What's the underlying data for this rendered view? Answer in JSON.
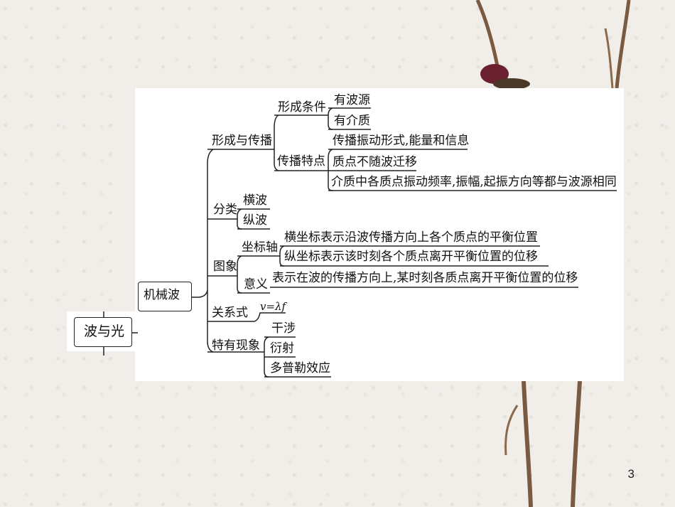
{
  "root": "波与光",
  "main_topic": "机械波",
  "branches": {
    "formation": {
      "label": "形成与传播",
      "conditions": {
        "label": "形成条件",
        "items": [
          "有波源",
          "有介质"
        ]
      },
      "features": {
        "label": "传播特点",
        "items": [
          "传播振动形式,能量和信息",
          "质点不随波迁移",
          "介质中各质点振动频率,振幅,起振方向等都与波源相同"
        ]
      }
    },
    "classification": {
      "label": "分类",
      "items": [
        "横波",
        "纵波"
      ]
    },
    "graph": {
      "label": "图象",
      "axes": {
        "label": "坐标轴",
        "items": [
          "横坐标表示沿波传播方向上各个质点的平衡位置",
          "纵坐标表示该时刻各个质点离开平衡位置的位移"
        ]
      },
      "meaning": {
        "label": "意义",
        "text": "表示在波的传播方向上,某时刻各质点离开平衡位置的位移"
      }
    },
    "relation": {
      "label": "关系式",
      "formula": "v=λf"
    },
    "phenomena": {
      "label": "特有现象",
      "items": [
        "干涉",
        "衍射",
        "多普勒效应"
      ]
    }
  },
  "page_number": "3"
}
